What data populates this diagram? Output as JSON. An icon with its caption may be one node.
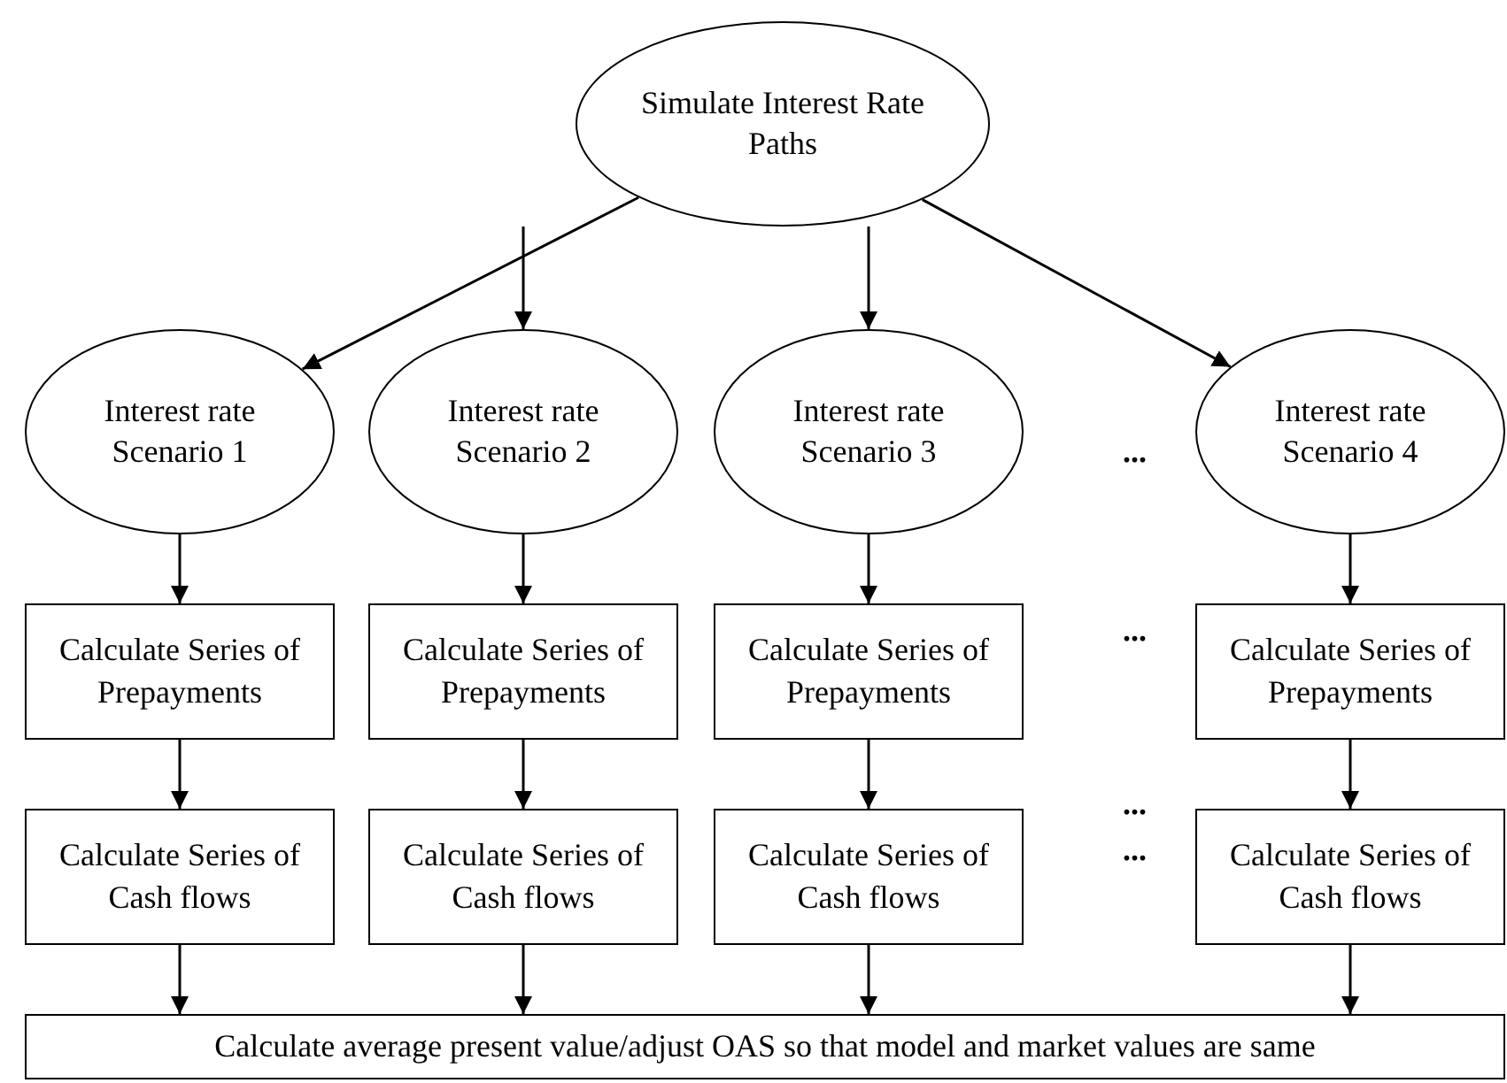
{
  "diagram": {
    "nodes": [
      {
        "text": [
          "Simulate Interest Rate Paths"
        ]
      },
      {
        "text": [
          "Interest rate Scenario 1"
        ]
      },
      {
        "text": [
          "Interest rate Scenario 2"
        ]
      },
      {
        "text": [
          "Interest rate Scenario 3"
        ]
      },
      {
        "text": [
          "Interest rate Scenario 4"
        ]
      },
      {
        "text": [
          "Calculate Series of Prepayments"
        ]
      },
      {
        "text": [
          "Calculate Series of Prepayments"
        ]
      },
      {
        "text": [
          "Calculate Series of Prepayments"
        ]
      },
      {
        "text": [
          "Calculate Series of Prepayments"
        ]
      },
      {
        "text": [
          "Calculate Series of Cash flows"
        ]
      },
      {
        "text": [
          "Calculate Series of Cash flows"
        ]
      },
      {
        "text": [
          "Calculate Series of Cash flows"
        ]
      },
      {
        "text": [
          "Calculate Series of Cash flows"
        ]
      },
      {
        "text": [
          "Calculate average present value/adjust OAS so that model and market values are same"
        ]
      }
    ],
    "edges": [
      {
        "from": 0,
        "to": 1,
        "arrow": "to"
      },
      {
        "from": 0,
        "to": 2,
        "arrow": "to"
      },
      {
        "from": 0,
        "to": 3,
        "arrow": "to"
      },
      {
        "from": 0,
        "to": 4,
        "arrow": "to"
      },
      {
        "from": 1,
        "to": 5,
        "arrow": "to"
      },
      {
        "from": 2,
        "to": 6,
        "arrow": "to"
      },
      {
        "from": 3,
        "to": 7,
        "arrow": "to"
      },
      {
        "from": 4,
        "to": 8,
        "arrow": "to"
      },
      {
        "from": 5,
        "to": 9,
        "arrow": "to"
      },
      {
        "from": 6,
        "to": 10,
        "arrow": "to"
      },
      {
        "from": 7,
        "to": 11,
        "arrow": "to"
      },
      {
        "from": 8,
        "to": 12,
        "arrow": "to"
      },
      {
        "from": 9,
        "to": 13,
        "arrow": "to"
      },
      {
        "from": 10,
        "to": 13,
        "arrow": "to"
      },
      {
        "from": 11,
        "to": 13,
        "arrow": "to"
      },
      {
        "from": 12,
        "to": 13,
        "arrow": "to"
      }
    ],
    "labels": [
      "...",
      "...",
      "...",
      "..."
    ]
  }
}
